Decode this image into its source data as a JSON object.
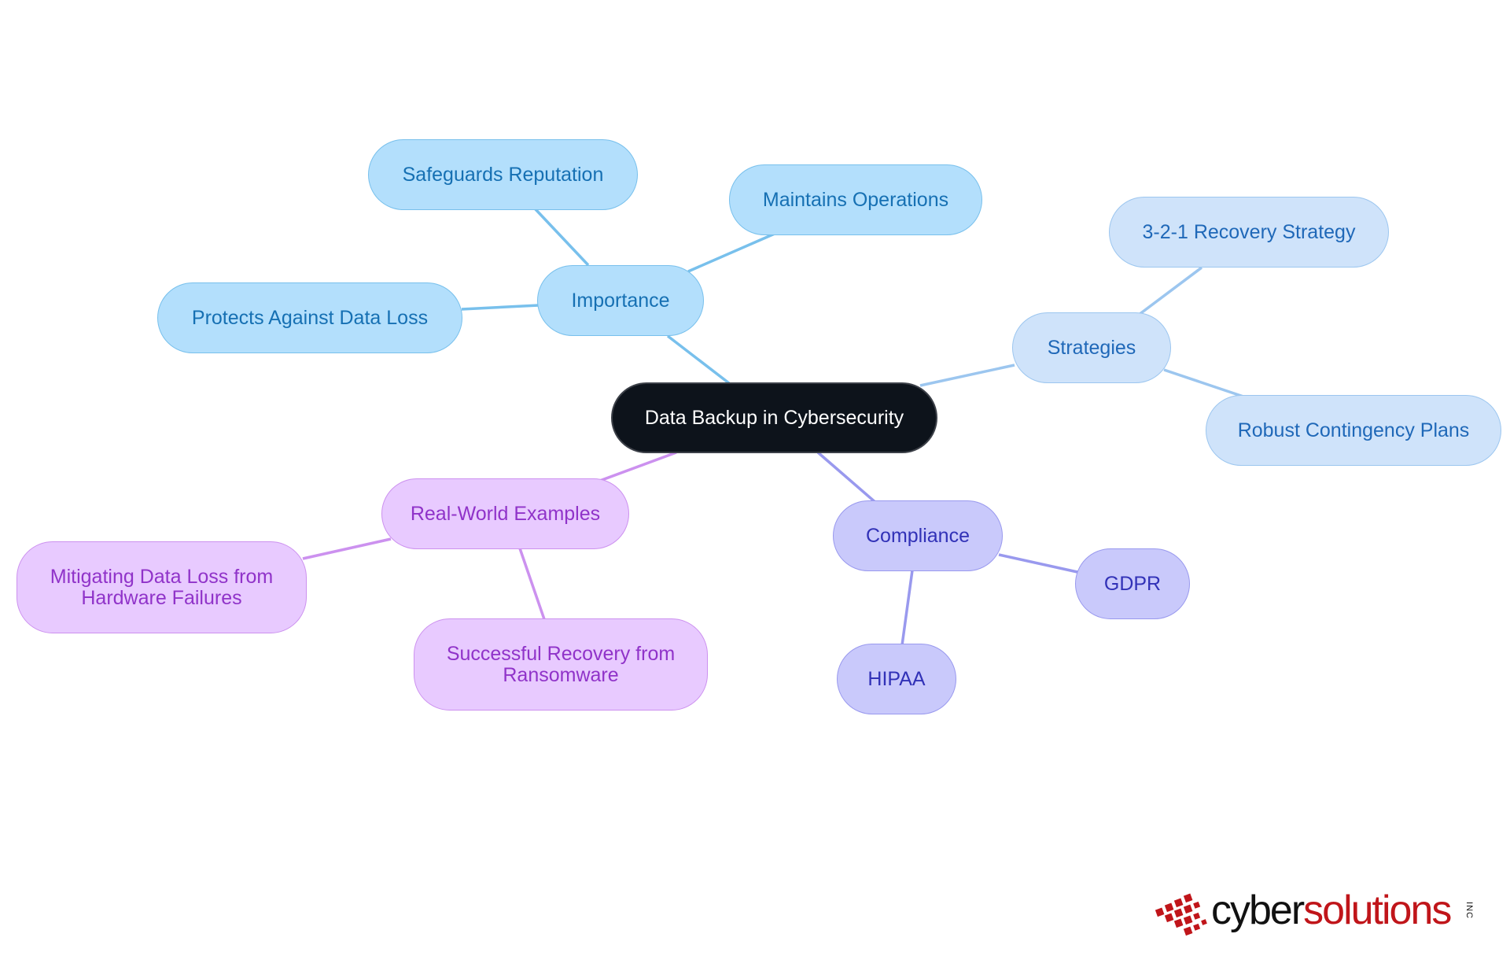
{
  "diagram": {
    "type": "mind-map",
    "root": {
      "label": "Data Backup in Cybersecurity"
    },
    "branches": [
      {
        "label": "Importance",
        "children": [
          "Safeguards Reputation",
          "Maintains Operations",
          "Protects Against Data Loss"
        ]
      },
      {
        "label": "Strategies",
        "children": [
          "3-2-1 Recovery Strategy",
          "Robust Contingency Plans"
        ]
      },
      {
        "label": "Compliance",
        "children": [
          "GDPR",
          "HIPAA"
        ]
      },
      {
        "label": "Real-World Examples",
        "children": [
          "Mitigating Data Loss from\nHardware Failures",
          "Successful Recovery from\nRansomware"
        ]
      }
    ]
  },
  "colors": {
    "root_fill": "#0d131b",
    "importance_fill": "#b3dffc",
    "importance_line": "#78c0ec",
    "strategies_fill": "#cfe3fa",
    "strategies_line": "#9cc6ef",
    "compliance_fill": "#c9c9fb",
    "compliance_line": "#9999ee",
    "examples_fill": "#e8caff",
    "examples_line": "#cc91ef",
    "logo_red": "#c0151a"
  },
  "logo": {
    "word_dark": "cyber",
    "word_red": "solutions",
    "suffix": "INC"
  }
}
